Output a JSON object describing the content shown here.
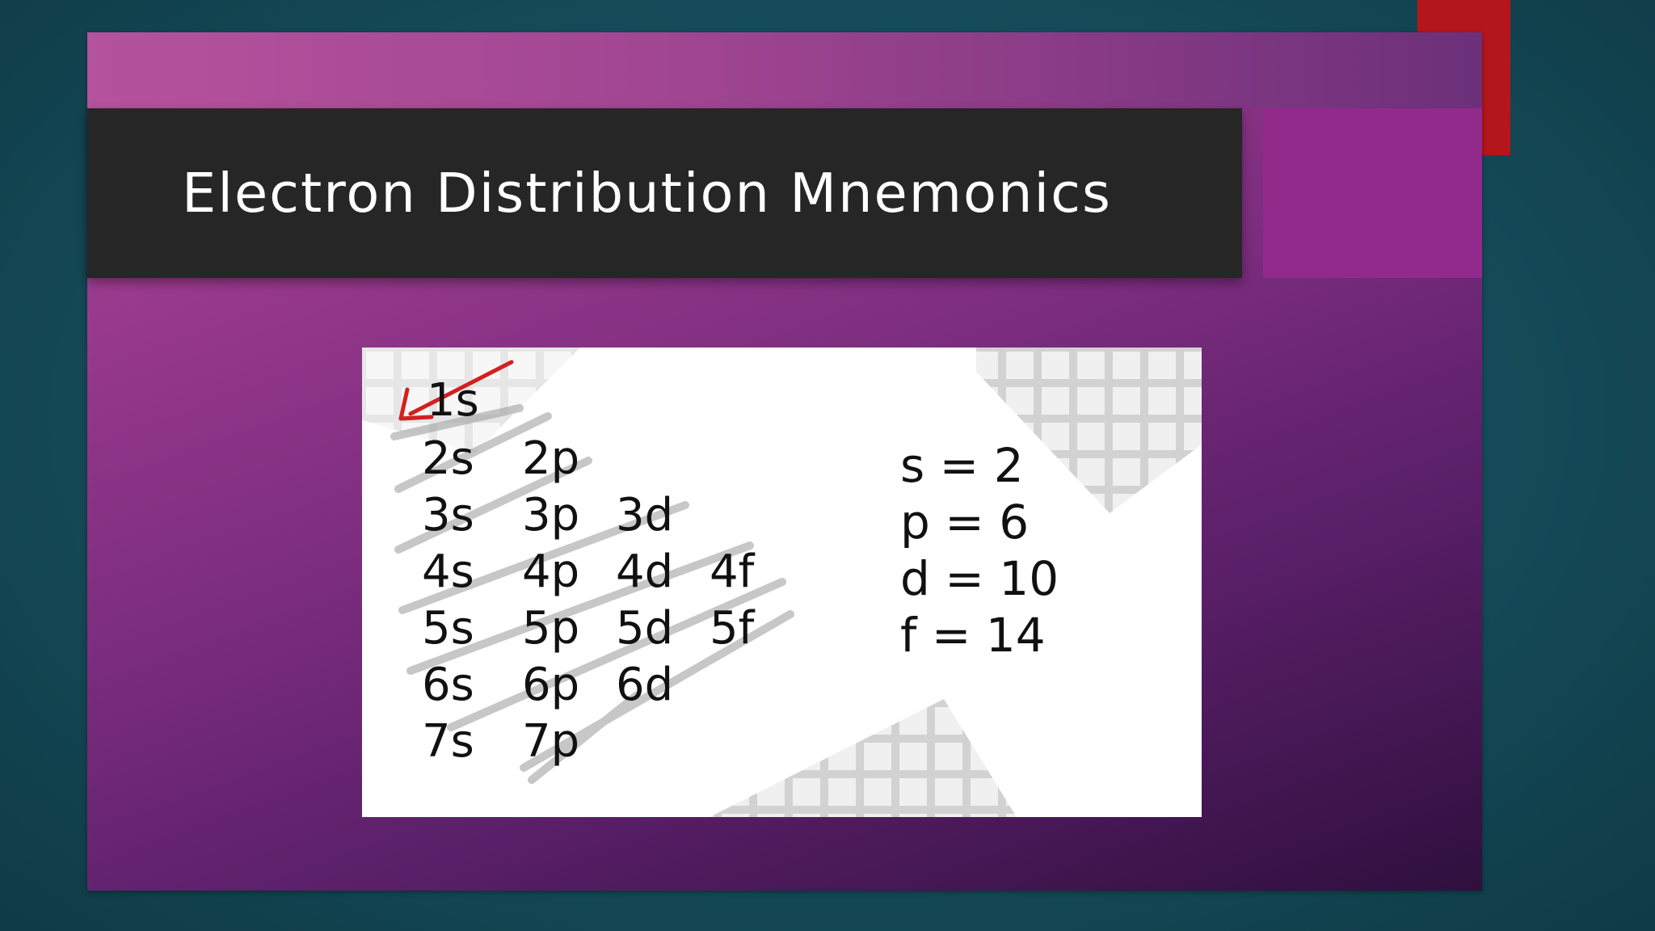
{
  "slide": {
    "title": "Electron Distribution Mnemonics",
    "colors": {
      "background": "#17505d",
      "slide_gradient_start": "#b34a98",
      "slide_gradient_end": "#2f0f3e",
      "title_bar": "#262626",
      "accent_block": "#922a8c",
      "corner_tab": "#b4161c",
      "arrow": "#d3201f"
    }
  },
  "diagram": {
    "rows": [
      [
        "1s"
      ],
      [
        "2s",
        "2p"
      ],
      [
        "3s",
        "3p",
        "3d"
      ],
      [
        "4s",
        "4p",
        "4d",
        "4f"
      ],
      [
        "5s",
        "5p",
        "5d",
        "5f"
      ],
      [
        "6s",
        "6p",
        "6d"
      ],
      [
        "7s",
        "7p"
      ]
    ],
    "capacities": [
      "s = 2",
      "p = 6",
      "d = 10",
      "f = 14"
    ]
  }
}
